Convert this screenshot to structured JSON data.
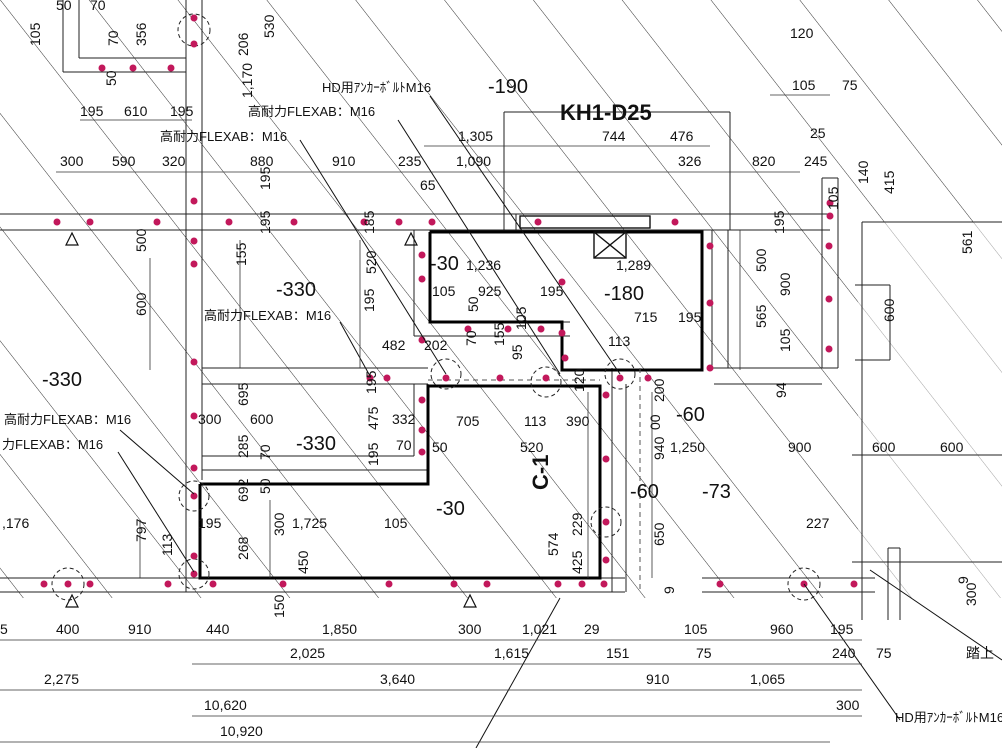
{
  "drawing": {
    "labels": {
      "kh1_d25": "KH1-D25",
      "c1": "C-1",
      "hd_anchor_top": "HD用ｱﾝｶｰﾎﾞﾙﾄM16",
      "hd_anchor_bottom": "HD用ｱﾝｶｰﾎﾞﾙﾄM16",
      "flexab_1": "高耐力FLEXAB：M16",
      "flexab_2": "高耐力FLEXAB：M16",
      "flexab_3": "高耐力FLEXAB：M16",
      "flexab_4": "高耐力FLEXAB：M16",
      "flexab_5": "力FLEXAB：M16",
      "fumi": "踏上"
    },
    "levels": {
      "l_190": "-190",
      "l_330a": "-330",
      "l_330b": "-330",
      "l_330c": "-330",
      "l_30a": "-30",
      "l_30b": "-30",
      "l_180": "-180",
      "l_60a": "-60",
      "l_60b": "-60",
      "l_73": "-73"
    },
    "dims": {
      "d50": "50",
      "d70": "70",
      "d105a": "105",
      "d356": "356",
      "d50b": "50",
      "d70b": "70",
      "d206": "206",
      "d530": "530",
      "d1170": "1,170",
      "d195a": "195",
      "d610": "610",
      "d195b": "195",
      "d300": "300",
      "d590": "590",
      "d320": "320",
      "d880": "880",
      "d910": "910",
      "d235": "235",
      "d1305": "1,305",
      "d1090": "1,090",
      "d65": "65",
      "d744": "744",
      "d476": "476",
      "d326": "326",
      "d820": "820",
      "d245": "245",
      "d120": "120",
      "d105b": "105",
      "d75": "75",
      "d25": "25",
      "d140": "140",
      "d415": "415",
      "d105c": "105",
      "d195c": "195",
      "d195d": "195",
      "d195e": "195",
      "d155": "155",
      "d185": "185",
      "d520": "520",
      "d195f": "195",
      "d1236": "1,236",
      "d1289": "1,289",
      "d105d": "105",
      "d925": "925",
      "d195g": "195",
      "d50c": "50",
      "d715": "715",
      "d195h": "195",
      "d113a": "113",
      "d482": "482",
      "d202": "202",
      "d70c": "70",
      "d155b": "155",
      "d105e": "105",
      "d95": "95",
      "d120b": "120",
      "d500a": "500",
      "d600a": "600",
      "d500b": "500",
      "d900a": "900",
      "d565": "565",
      "d105f": "105",
      "d94": "94",
      "d561": "561",
      "d600b": "600",
      "d200": "200",
      "d00": "00",
      "d300b": "300",
      "d695": "695",
      "d600c": "600",
      "d195i": "195",
      "d475": "475",
      "d332": "332",
      "d705": "705",
      "d113b": "113",
      "d390": "390",
      "d70d": "70",
      "d50d": "50",
      "d520b": "520",
      "d285": "285",
      "d70e": "70",
      "d195j": "195",
      "d940": "940",
      "d1250": "1,250",
      "d900b": "900",
      "d600d": "600",
      "d600e": "600",
      "d692": "692",
      "d50e": "50",
      "d176": ",176",
      "d195k": "195",
      "d1725": "1,725",
      "d105g": "105",
      "d797": "797",
      "d113c": "113",
      "d300c": "300",
      "d268": "268",
      "d450": "450",
      "d574": "574",
      "d229": "229",
      "d425": "425",
      "d650": "650",
      "d227": "227",
      "d9a": "9",
      "d300d": "300",
      "d9b": "9",
      "d5": "5",
      "d400": "400",
      "d910b": "910",
      "d440": "440",
      "d150": "150",
      "d1850": "1,850",
      "d300e": "300",
      "d1021": "1,021",
      "d29": "29",
      "d105h": "105",
      "d960": "960",
      "d195l": "195",
      "d2025": "2,025",
      "d1615": "1,615",
      "d151": "151",
      "d75b": "75",
      "d240": "240",
      "d75c": "75",
      "d2275": "2,275",
      "d3640": "3,640",
      "d910c": "910",
      "d1065": "1,065",
      "d10620": "10,620",
      "d300f": "300",
      "d10920": "10,920"
    }
  }
}
